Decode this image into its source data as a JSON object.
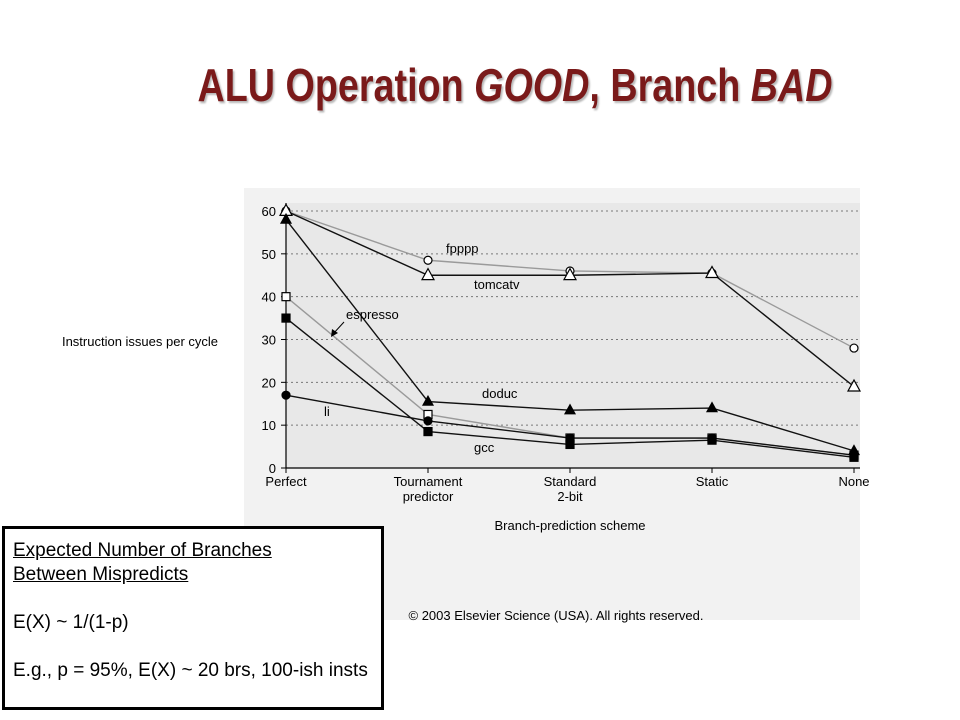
{
  "title": {
    "part1": "ALU Operation ",
    "part2": "GOOD",
    "part3": ", Branch ",
    "part4": "BAD"
  },
  "note": {
    "heading_line1": "Expected Number of Branches",
    "heading_line2": "Between Mispredicts",
    "formula": "E(X) ~ 1/(1-p)",
    "example": "E.g., p = 95%, E(X) ~ 20 brs, 100-ish insts"
  },
  "colors": {
    "title": "#7a1a1a",
    "plot_bg": "#e8e8e8",
    "dark_line": "#111111",
    "light_line": "#9a9a9a"
  },
  "chart_data": {
    "type": "line",
    "categories": [
      "Perfect",
      "Tournament predictor",
      "Standard 2-bit",
      "Static",
      "None"
    ],
    "category_lines": [
      [
        "Perfect"
      ],
      [
        "Tournament",
        "predictor"
      ],
      [
        "Standard",
        "2-bit"
      ],
      [
        "Static"
      ],
      [
        "None"
      ]
    ],
    "xlabel": "Branch-prediction scheme",
    "ylabel": "Instruction issues per cycle",
    "ylim": [
      0,
      60
    ],
    "yticks": [
      0,
      10,
      20,
      30,
      40,
      50,
      60
    ],
    "grid": true,
    "copyright": "© 2003 Elsevier Science (USA). All rights reserved.",
    "series": [
      {
        "name": "fpppp",
        "values": [
          60,
          48.5,
          46,
          45.5,
          28
        ],
        "marker": "circle-open",
        "tone": "light"
      },
      {
        "name": "tomcatv",
        "values": [
          60,
          45,
          45,
          45.5,
          19
        ],
        "marker": "triangle-open",
        "tone": "dark"
      },
      {
        "name": "espresso",
        "values": [
          40,
          12.5,
          7,
          7,
          3
        ],
        "marker": "square-open",
        "tone": "light"
      },
      {
        "name": "doduc",
        "values": [
          58,
          15.5,
          13.5,
          14,
          4
        ],
        "marker": "triangle-filled",
        "tone": "dark"
      },
      {
        "name": "li",
        "values": [
          17,
          11,
          7,
          7,
          3
        ],
        "marker": "circle-filled",
        "tone": "dark"
      },
      {
        "name": "gcc",
        "values": [
          35,
          8.5,
          5.5,
          6.5,
          2.5
        ],
        "marker": "square-filled",
        "tone": "dark"
      }
    ]
  }
}
